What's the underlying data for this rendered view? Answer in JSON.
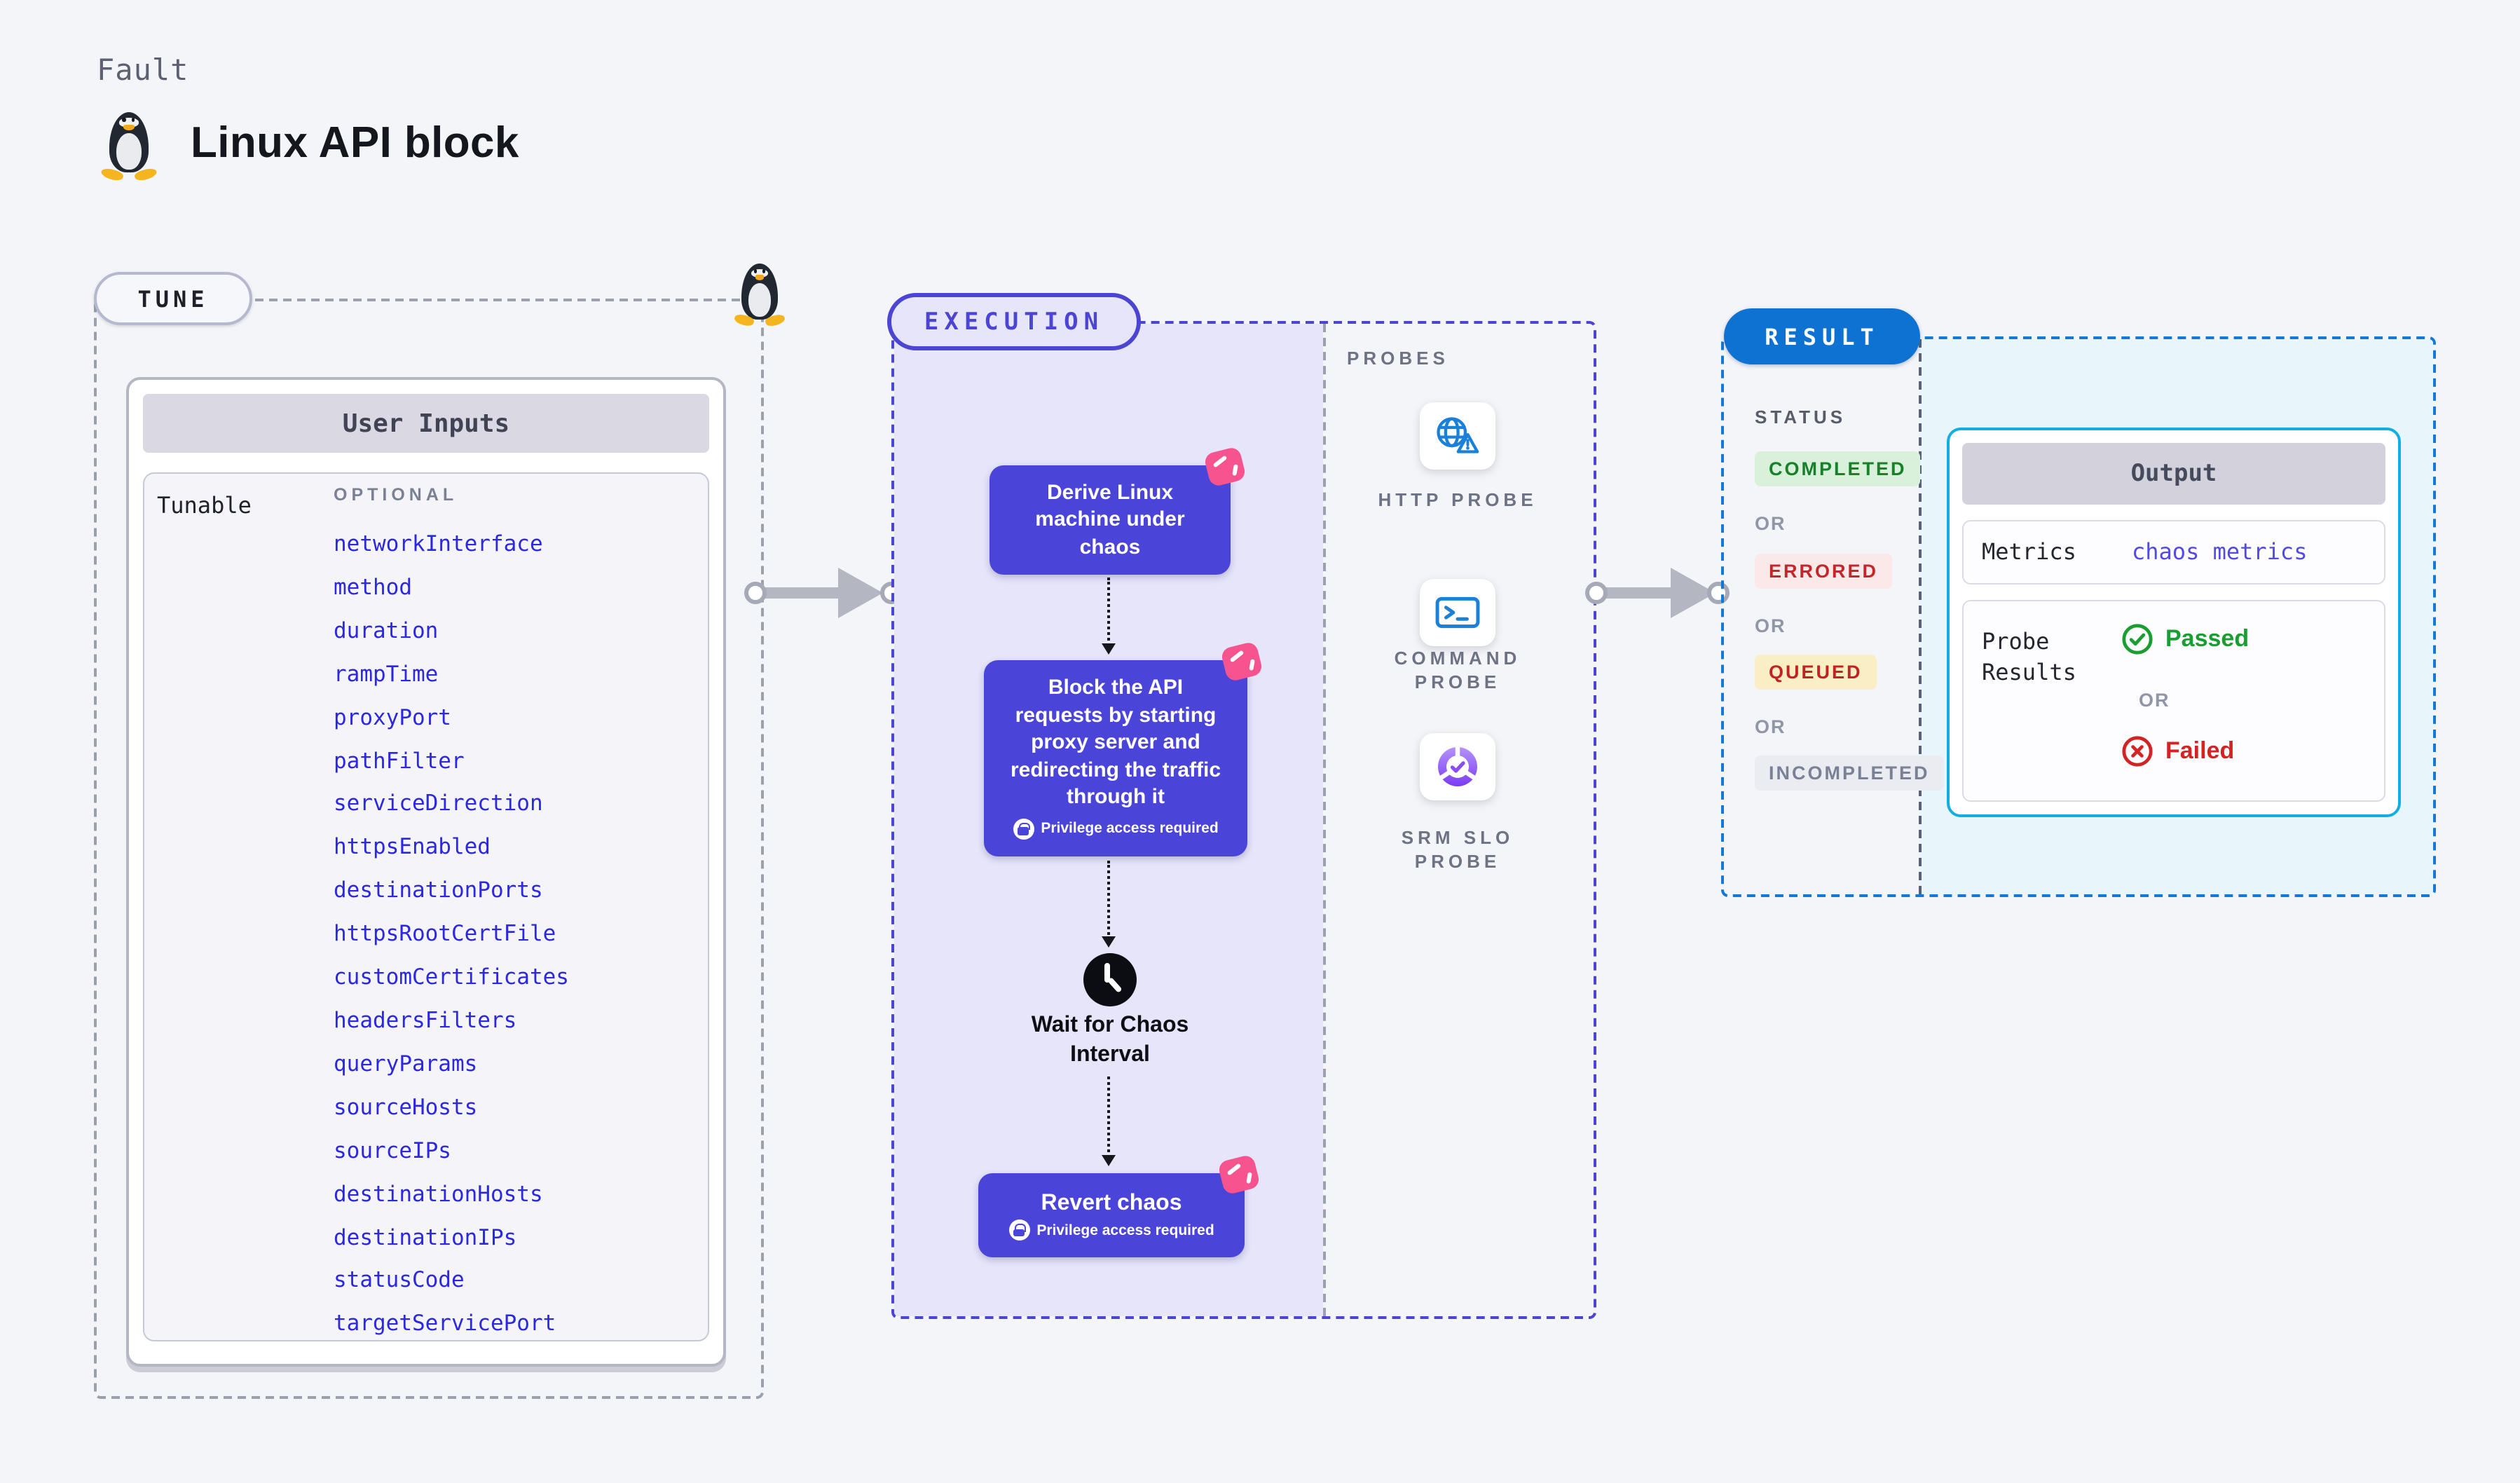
{
  "page": {
    "fault_label": "Fault",
    "title": "Linux API block"
  },
  "tune": {
    "label": "TUNE",
    "table_header": "User Inputs",
    "row_label": "Tunable",
    "column_label": "OPTIONAL",
    "params": [
      "networkInterface",
      "method",
      "duration",
      "rampTime",
      "proxyPort",
      "pathFilter",
      "serviceDirection",
      "httpsEnabled",
      "destinationPorts",
      "httpsRootCertFile",
      "customCertificates",
      "headersFilters",
      "queryParams",
      "sourceHosts",
      "sourceIPs",
      "destinationHosts",
      "destinationIPs",
      "statusCode",
      "targetServicePort"
    ]
  },
  "execution": {
    "label": "EXECUTION",
    "derive_text": "Derive Linux machine under chaos",
    "block_text": "Block the API requests by starting proxy server and redirecting the traffic through it",
    "privilege_note": "Privilege access required",
    "wait_text": "Wait for Chaos Interval",
    "revert_text": "Revert chaos"
  },
  "probes": {
    "label": "PROBES",
    "items": [
      "HTTP PROBE",
      "COMMAND PROBE",
      "SRM SLO PROBE"
    ]
  },
  "result": {
    "label": "RESULT",
    "status_label": "STATUS",
    "or_label": "OR",
    "statuses": [
      "COMPLETED",
      "ERRORED",
      "QUEUED",
      "INCOMPLETED"
    ],
    "output": {
      "header": "Output",
      "metrics_label": "Metrics",
      "metrics_value": "chaos metrics",
      "probe_results_label": "Probe Results",
      "passed": "Passed",
      "failed": "Failed"
    }
  },
  "colors": {
    "page_bg": "#f4f5f8",
    "indigo": "#4c45d3",
    "indigo_box": "#4b44d9",
    "lavender": "#e6e5fa",
    "param_blue": "#2b28e0",
    "gray_border": "#9aa0ac",
    "result_blue": "#0e72d3",
    "cyan_border": "#10aee3",
    "cyan_bg": "#e8f6fc",
    "pink": "#f6538f",
    "green": "#1b9e31",
    "red": "#d32322"
  }
}
